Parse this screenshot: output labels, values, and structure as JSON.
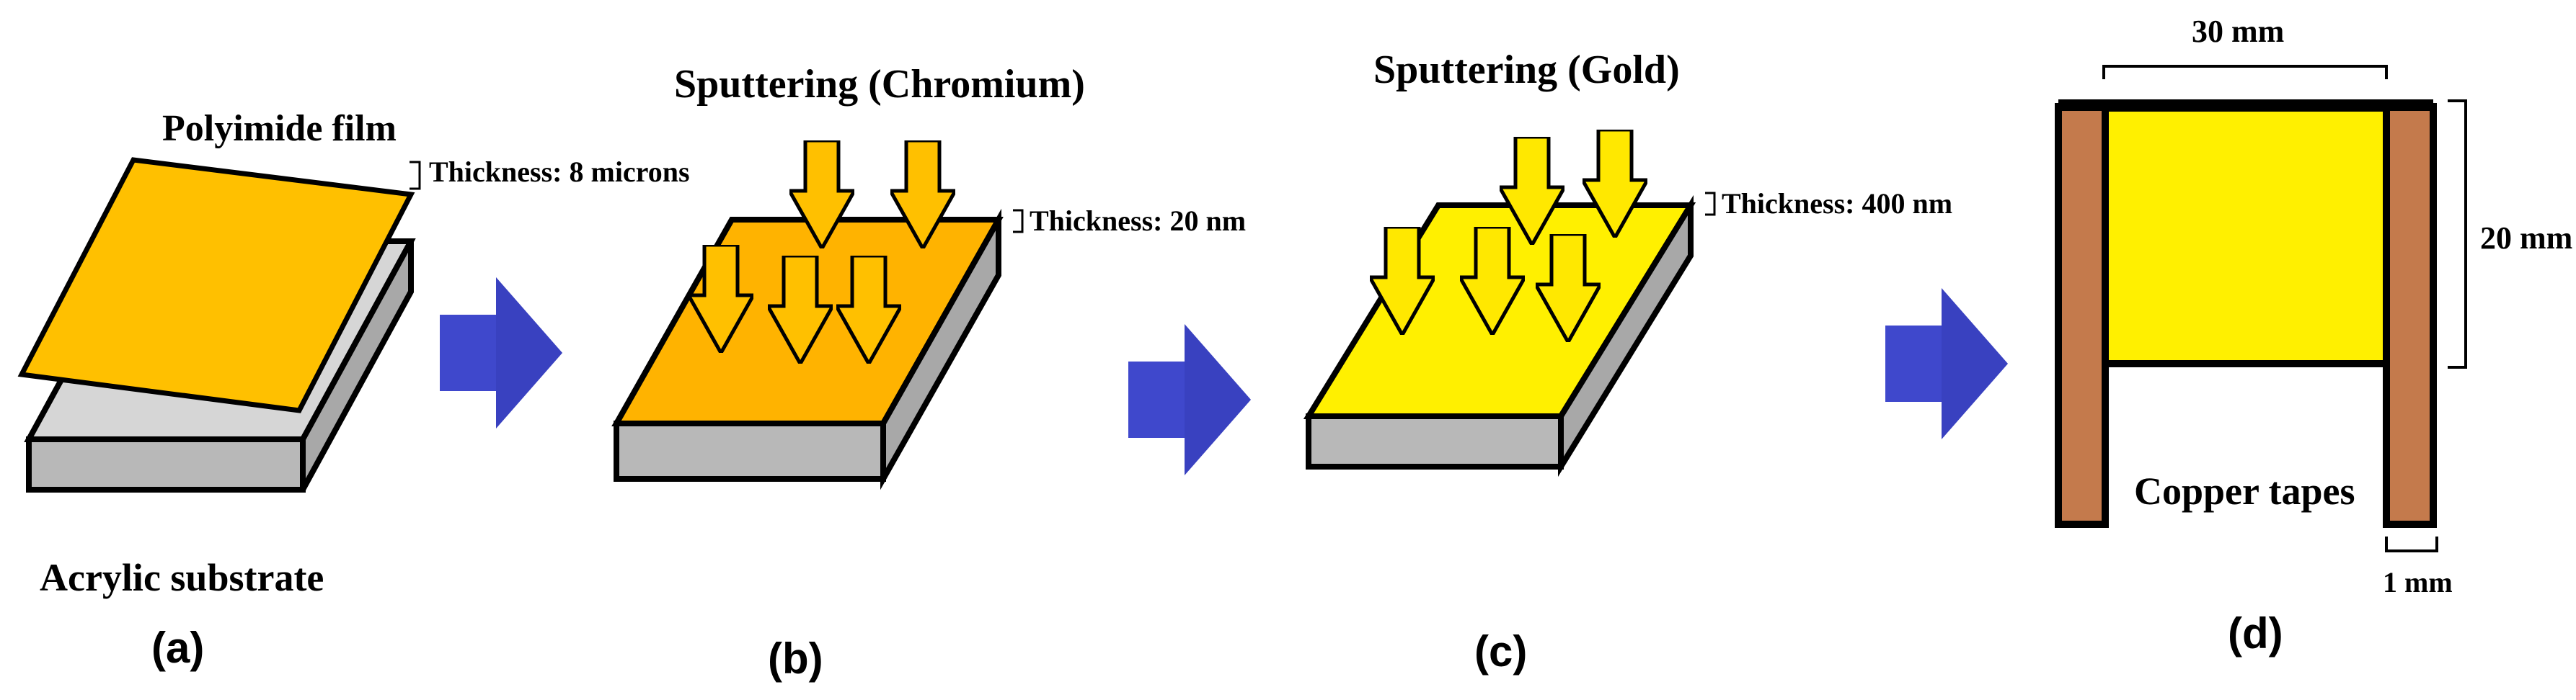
{
  "panels": {
    "a": {
      "label": "(a)",
      "film_label": "Polyimide film",
      "thickness_label": "Thickness: 8 microns",
      "substrate_label": "Acrylic substrate"
    },
    "b": {
      "label": "(b)",
      "process_prefix": "Sputtering (",
      "process_material": "Chromium",
      "process_suffix": ")",
      "thickness_label": "Thickness: 20 nm"
    },
    "c": {
      "label": "(c)",
      "process_prefix": "Sputtering (",
      "process_material": "Gold",
      "process_suffix": ")",
      "thickness_label": "Thickness: 400 nm"
    },
    "d": {
      "label": "(d)",
      "width_label": "30 mm",
      "height_label": "20 mm",
      "tape_width_label": "1 mm",
      "tapes_label": "Copper tapes"
    }
  },
  "colors": {
    "polyimide": "#FFC000",
    "chromium_coat": "#FFB300",
    "arrow_fill": "#FFC000",
    "gold": "#FFF000",
    "gold_arrow": "#FFE800",
    "substrate_top": "#D6D6D6",
    "substrate_side": "#B0B0B0",
    "process_arrow": "#3F48CC",
    "copper": "#C47A4C",
    "gold_pad": "#FFF000",
    "outline": "#000000"
  }
}
